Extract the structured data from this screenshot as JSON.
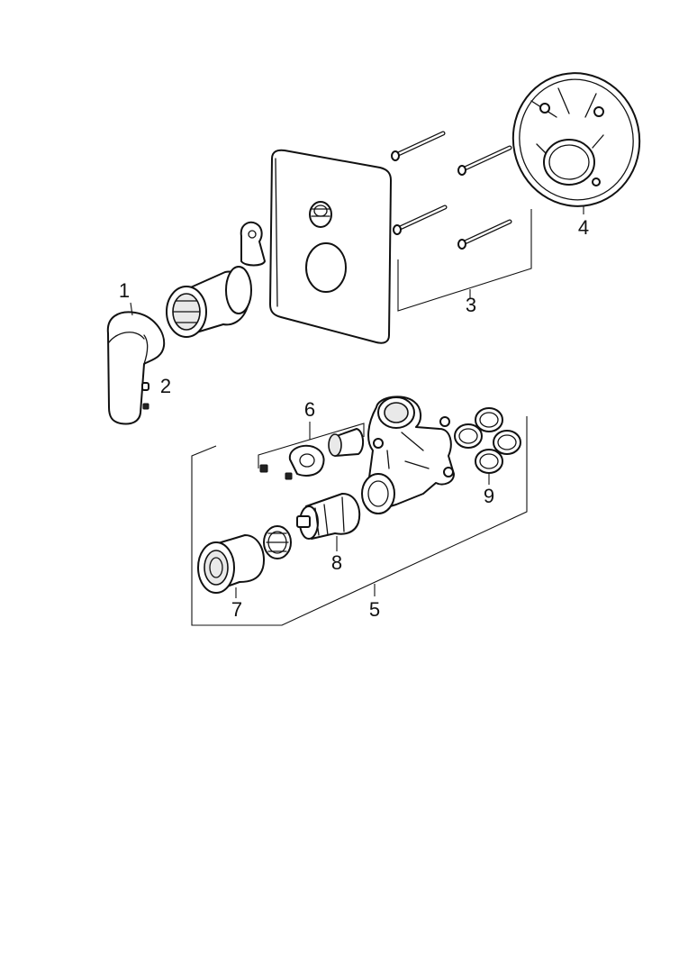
{
  "labels": {
    "lever": "1",
    "grub_screw": "2",
    "screws": "3",
    "mounting_ring": "4",
    "body_assembly": "5",
    "diverter_set": "6",
    "extension_sleeve": "7",
    "cartridge": "8",
    "seal_rings": "9"
  }
}
